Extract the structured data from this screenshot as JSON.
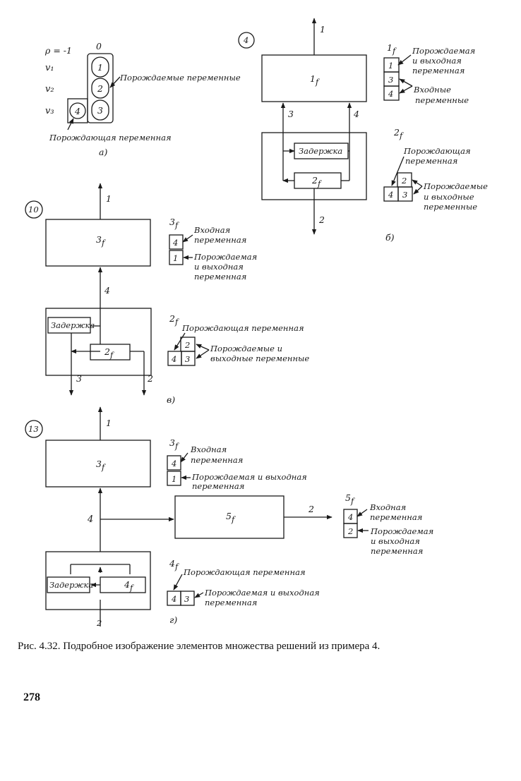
{
  "panel_a": {
    "rho": "ρ = -1",
    "col_head": "0",
    "rows": [
      "v₁",
      "v₂",
      "v₃"
    ],
    "cells": [
      "1",
      "2",
      "3"
    ],
    "circled": "4",
    "lbl_generated": "Порождаемые переменные",
    "lbl_generating": "Порождающая переменная",
    "letter": "а)"
  },
  "panel_b": {
    "circle": "4",
    "block_top": "1",
    "block_bottom": "2",
    "delay": "Задержка",
    "arrows": [
      "1",
      "3",
      "4",
      "2"
    ],
    "leg1_title": "1",
    "leg1_cells": [
      "1",
      "3",
      "4"
    ],
    "leg1_l1": [
      "Порождаемая",
      "и выходная",
      "переменная"
    ],
    "leg1_l2": [
      "Входные",
      "переменные"
    ],
    "leg2_title": "2",
    "leg2_cells": [
      "2",
      "4",
      "3"
    ],
    "leg2_l1": [
      "Порождающая",
      "переменная"
    ],
    "leg2_l2": [
      "Порождаемые",
      "и выходные",
      "переменные"
    ],
    "letter": "б)"
  },
  "panel_c": {
    "circle": "10",
    "block_top": "3",
    "block_bottom": "2",
    "delay": "Задержка",
    "arrows": [
      "1",
      "4",
      "3",
      "2"
    ],
    "leg1_title": "3",
    "leg1_cells": [
      "4",
      "1"
    ],
    "leg1_l1": [
      "Входная",
      "переменная"
    ],
    "leg1_l2": [
      "Порождаемая",
      "и выходная",
      "переменная"
    ],
    "leg2_title": "2",
    "leg2_cells": [
      "2",
      "4",
      "3"
    ],
    "leg2_l1": [
      "Порождающая переменная"
    ],
    "leg2_l2": [
      "Порождаемые и",
      "выходные переменные"
    ],
    "letter": "в)"
  },
  "panel_d": {
    "circle": "13",
    "block_top": "3",
    "block_right": "5",
    "block_bottom": "4",
    "delay": "Задержка",
    "arrows": [
      "1",
      "4",
      "2",
      "2"
    ],
    "leg1_title": "3",
    "leg1_cells": [
      "4",
      "1"
    ],
    "leg1_l1": [
      "Входная",
      "переменная"
    ],
    "leg1_l2": [
      "Порождаемая и выходная",
      "переменная"
    ],
    "leg5_title": "5",
    "leg5_cells": [
      "4",
      "2"
    ],
    "leg5_l1": [
      "Входная",
      "переменная"
    ],
    "leg5_l2": [
      "Порождаемая",
      "и выходная",
      "переменная"
    ],
    "leg2_title": "4",
    "leg2_cells": [
      "4",
      "3"
    ],
    "leg2_l1": [
      "Порождающая переменная"
    ],
    "leg2_l2": [
      "Порождаемая и выходная",
      "переменная"
    ],
    "letter": "г)"
  },
  "subscript": "f",
  "caption": "Рис. 4.32. Подробное изображение элементов множества решений из примера 4.",
  "page_number": "278"
}
